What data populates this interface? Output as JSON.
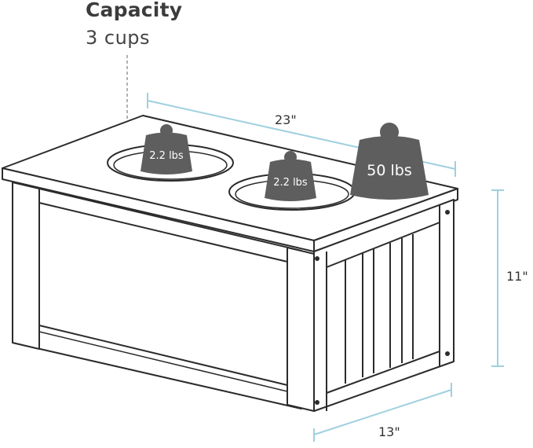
{
  "capacity": {
    "title": "Capacity",
    "value": "3 cups"
  },
  "dimensions": {
    "width": "23\"",
    "height": "11\"",
    "depth": "13\""
  },
  "weights": {
    "left": "2.2 lbs",
    "middle": "2.2 lbs",
    "right": "50 lbs"
  },
  "colors": {
    "outline": "#2b2b2b",
    "dimension_line": "#9fd0df",
    "weight": "#5e5e5e"
  }
}
